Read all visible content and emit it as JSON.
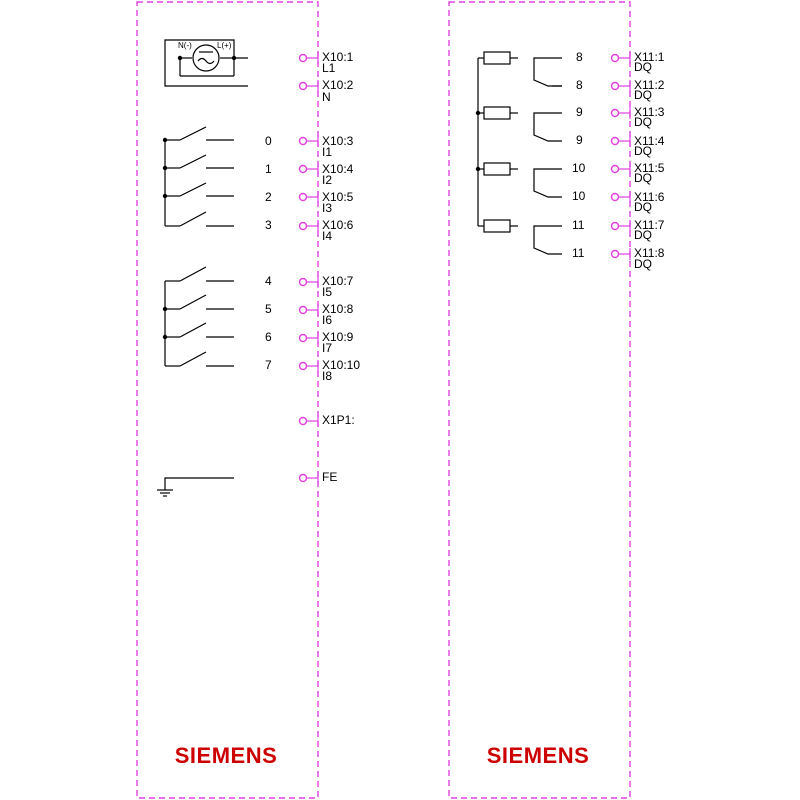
{
  "colors": {
    "frame": "#e040e0",
    "wire": "#000000",
    "brand": "#cc0000"
  },
  "left_module": {
    "brand": "SIEMENS",
    "supply_labels": {
      "neg": "N(-)",
      "pos": "L(+)"
    },
    "supply_icon": "ac-source-icon",
    "supply_terminals": [
      {
        "pin": "X10:1",
        "sig": "L1"
      },
      {
        "pin": "X10:2",
        "sig": "N"
      }
    ],
    "inputs_group_a": [
      {
        "num": "0",
        "pin": "X10:3",
        "sig": "I1"
      },
      {
        "num": "1",
        "pin": "X10:4",
        "sig": "I2"
      },
      {
        "num": "2",
        "pin": "X10:5",
        "sig": "I3"
      },
      {
        "num": "3",
        "pin": "X10:6",
        "sig": "I4"
      }
    ],
    "inputs_group_b": [
      {
        "num": "4",
        "pin": "X10:7",
        "sig": "I5"
      },
      {
        "num": "5",
        "pin": "X10:8",
        "sig": "I6"
      },
      {
        "num": "6",
        "pin": "X10:9",
        "sig": "I7"
      },
      {
        "num": "7",
        "pin": "X10:10",
        "sig": "I8"
      }
    ],
    "x1p1": {
      "pin": "X1P1:"
    },
    "fe": {
      "pin": "FE",
      "icon": "ground-icon"
    }
  },
  "right_module": {
    "brand": "SIEMENS",
    "relays": [
      {
        "num": "8",
        "pins": [
          {
            "pin": "X11:1",
            "sig": "DQ"
          },
          {
            "pin": "X11:2",
            "sig": "DQ"
          }
        ]
      },
      {
        "num": "9",
        "pins": [
          {
            "pin": "X11:3",
            "sig": "DQ"
          },
          {
            "pin": "X11:4",
            "sig": "DQ"
          }
        ]
      },
      {
        "num": "10",
        "pins": [
          {
            "pin": "X11:5",
            "sig": "DQ"
          },
          {
            "pin": "X11:6",
            "sig": "DQ"
          }
        ]
      },
      {
        "num": "11",
        "pins": [
          {
            "pin": "X11:7",
            "sig": "DQ"
          },
          {
            "pin": "X11:8",
            "sig": "DQ"
          }
        ]
      }
    ]
  }
}
